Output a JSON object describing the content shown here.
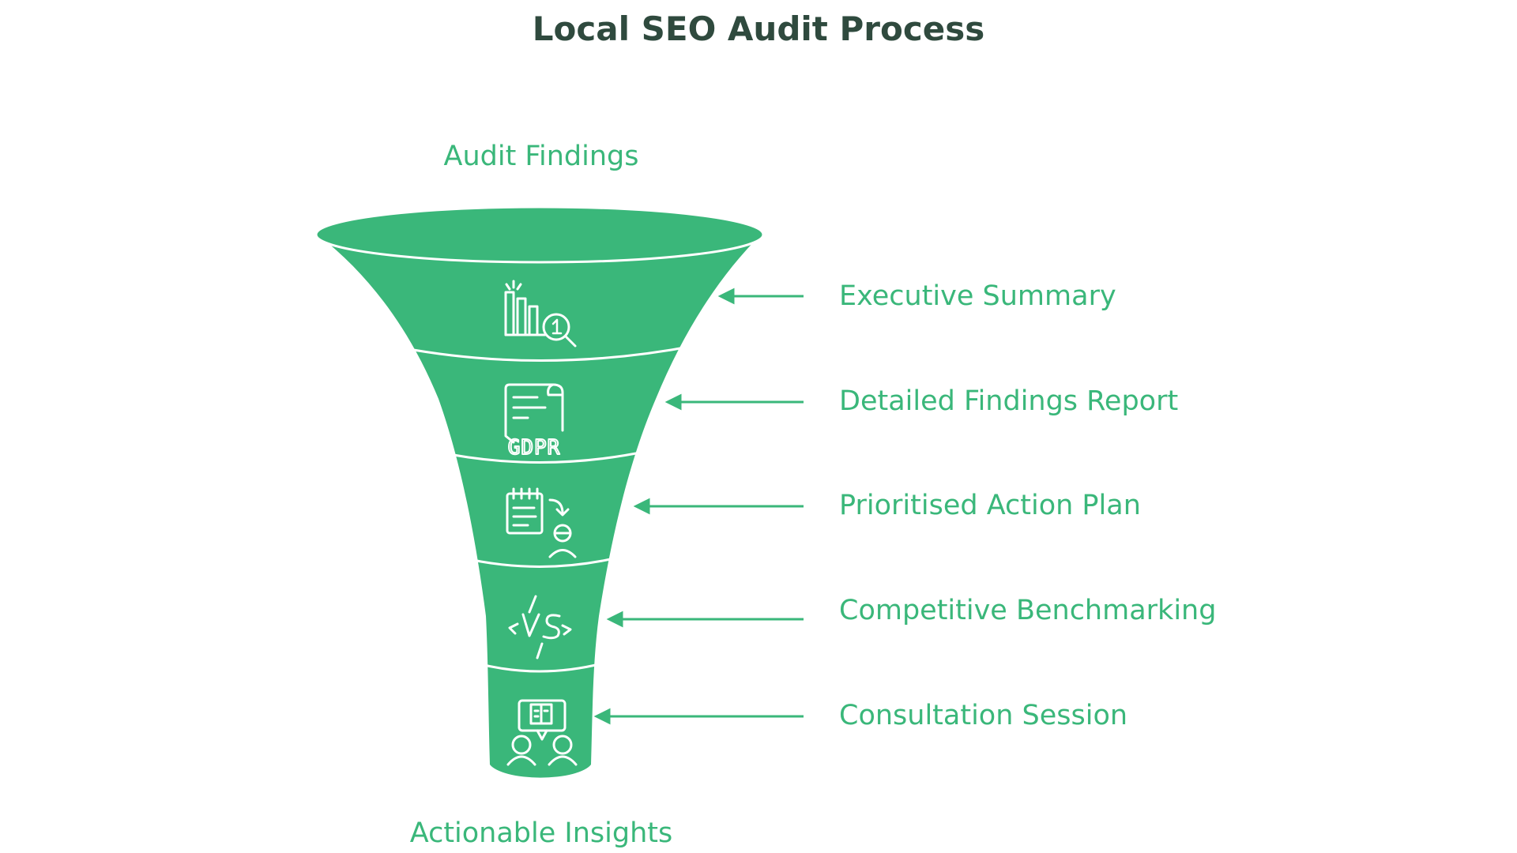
{
  "title": "Local SEO Audit Process",
  "top_label": "Audit Findings",
  "bottom_label": "Actionable Insights",
  "colors": {
    "funnel_fill": "#3ab77a",
    "label_text": "#3ab77a",
    "title_text": "#2f4a3e",
    "icon_stroke": "#ffffff"
  },
  "stages": [
    {
      "label": "Executive Summary",
      "icon": "bar-chart-magnifier-icon"
    },
    {
      "label": "Detailed Findings Report",
      "icon": "gdpr-document-icon"
    },
    {
      "label": "Prioritised Action Plan",
      "icon": "clipboard-person-icon"
    },
    {
      "label": "Competitive Benchmarking",
      "icon": "versus-icon"
    },
    {
      "label": "Consultation Session",
      "icon": "people-chat-icon"
    }
  ]
}
